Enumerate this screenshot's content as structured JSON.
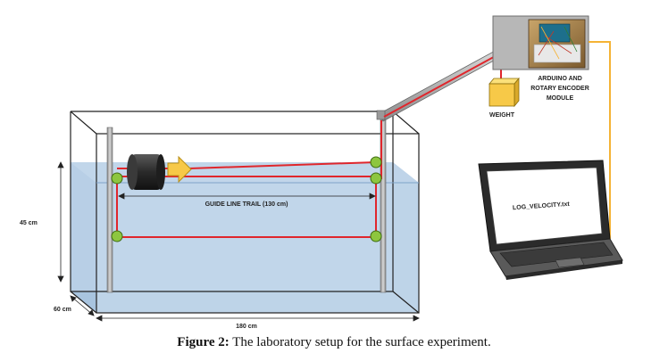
{
  "labels": {
    "guide_line": "GUIDE LINE TRAIL (130 cm)",
    "arduino_line1": "ARDUINO AND",
    "arduino_line2": "ROTARY ENCODER",
    "arduino_line3": "MODULE",
    "weight": "WEIGHT",
    "screen_file": "LOG_VELOCITY.txt"
  },
  "dimensions": {
    "height": "45 cm",
    "depth": "60 cm",
    "length": "180 cm"
  },
  "caption": {
    "figure_label": "Figure 2:",
    "text": " The laboratory setup for the surface experiment."
  },
  "colors": {
    "water": "#b7cfe6",
    "line": "#e0262c",
    "pulley": "#8dc63f",
    "cable": "#f5b335",
    "weight": "#f7c948",
    "arrow": "#f7c948"
  }
}
